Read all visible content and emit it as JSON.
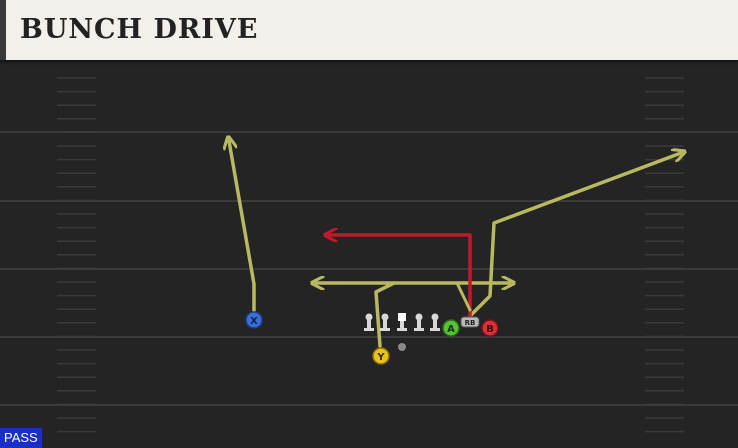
{
  "play": {
    "name": "BUNCH DRIVE",
    "type_badge": "PASS"
  },
  "colors": {
    "field": "#242424",
    "yard_line": "#3a3a3a",
    "route_primary": "#b9b961",
    "route_read": "#c01a2c",
    "title_bg": "#f2f0eb",
    "badge_bg": "#1a2fc7"
  },
  "players": [
    {
      "id": "X",
      "label": "X",
      "button_color": "#3a6fd8",
      "icon": "x-button-icon"
    },
    {
      "id": "Y",
      "label": "Y",
      "button_color": "#e8c21d",
      "icon": "y-button-icon"
    },
    {
      "id": "A",
      "label": "A",
      "button_color": "#58c03a",
      "icon": "a-button-icon"
    },
    {
      "id": "B",
      "label": "B",
      "button_color": "#d9303a",
      "icon": "b-button-icon"
    },
    {
      "id": "RB",
      "label": "RB",
      "button_color": "#bbbbbb",
      "icon": "rb-button-icon"
    }
  ],
  "linemen": [
    "lineman-icon",
    "lineman-icon",
    "center-icon",
    "lineman-icon",
    "lineman-icon"
  ],
  "quarterback": {
    "icon": "qb-dot-icon"
  }
}
